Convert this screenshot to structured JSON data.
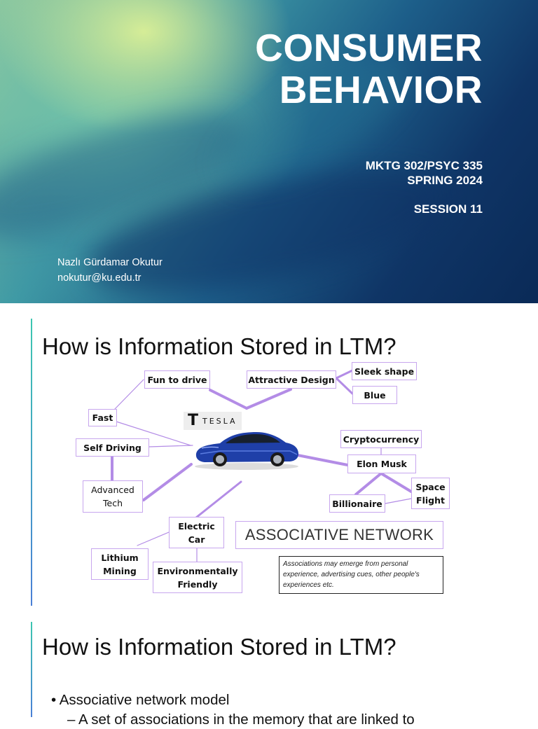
{
  "slide1": {
    "title_line1": "CONSUMER",
    "title_line2": "BEHAVIOR",
    "course_code": "MKTG 302/PSYC 335",
    "term": "SPRING 2024",
    "session": "SESSION 11",
    "author_name": "Nazlı Gürdamar Okutur",
    "author_email": "nokutur@ku.edu.tr"
  },
  "slide2": {
    "title": "How is Information Stored in LTM?",
    "brand_logo_text": "TESLA",
    "nodes": {
      "fun_to_drive": "Fun to drive",
      "attractive_design": "Attractive Design",
      "sleek_shape": "Sleek shape",
      "blue": "Blue",
      "fast": "Fast",
      "self_driving": "Self Driving",
      "advanced_tech_1": "Advanced",
      "advanced_tech_2": "Tech",
      "cryptocurrency": "Cryptocurrency",
      "elon_musk": "Elon Musk",
      "space_flight_1": "Space",
      "space_flight_2": "Flight",
      "billionaire": "Billionaire",
      "electric_car_1": "Electric",
      "electric_car_2": "Car",
      "lithium_mining_1": "Lithium",
      "lithium_mining_2": "Mining",
      "env_friendly_1": "Environmentally",
      "env_friendly_2": "Friendly"
    },
    "associative_network_label": "ASSOCIATIVE NETWORK",
    "note": "Associations may emerge from personal experience, advertising cues, other people's experiences etc.",
    "colors": {
      "node_border": "#c7a6ee",
      "link": "#b38ce6",
      "car_body": "#1f3fa8"
    }
  },
  "slide3": {
    "title": "How is Information Stored in LTM?",
    "bullet1": "• Associative network model",
    "bullet2": "– A set of associations in the memory that are linked to"
  }
}
